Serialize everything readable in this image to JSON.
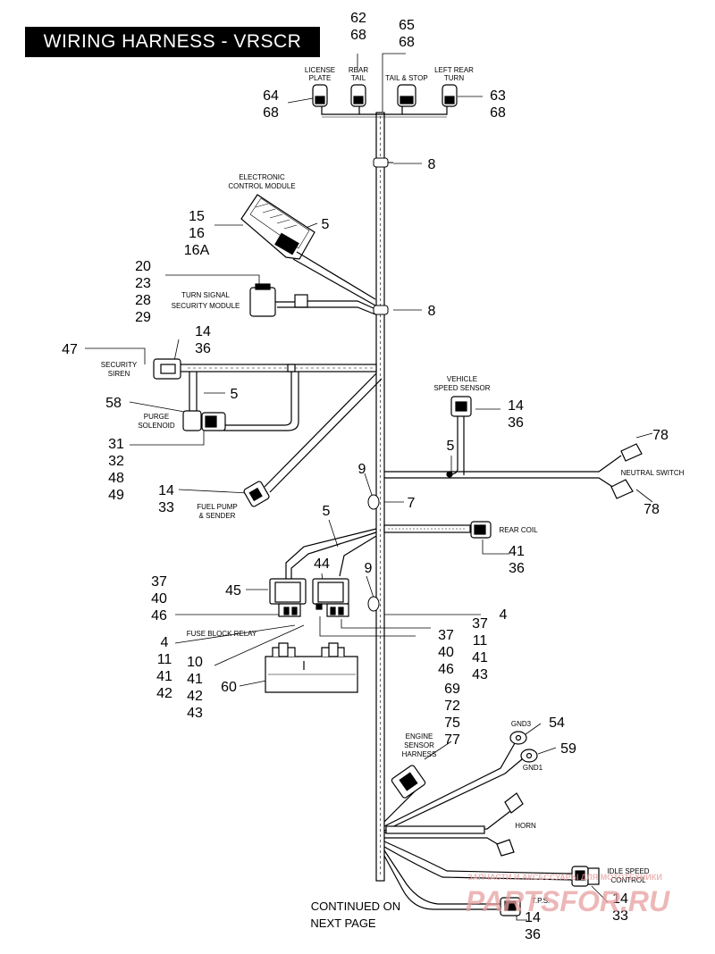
{
  "title": "WIRING HARNESS - VRSCR",
  "labels": {
    "license_plate": [
      "LICENSE",
      "PLATE"
    ],
    "rear_tail": [
      "REAR",
      "TAIL"
    ],
    "tail_stop": "TAIL & STOP",
    "left_rear_turn": [
      "LEFT REAR",
      "TURN"
    ],
    "ecm": [
      "ELECTRONIC",
      "CONTROL MODULE"
    ],
    "turn_signal": [
      "TURN SIGNAL",
      "SECURITY MODULE"
    ],
    "security_siren": [
      "SECURITY",
      "SIREN"
    ],
    "purge_solenoid": [
      "PURGE",
      "SOLENOID"
    ],
    "fuel_pump": [
      "FUEL PUMP",
      "& SENDER"
    ],
    "vss": [
      "VEHICLE",
      "SPEED SENSOR"
    ],
    "neutral_switch": "NEUTRAL SWITCH",
    "rear_coil": "REAR COIL",
    "fuse_block_relay": "FUSE BLOCK RELAY",
    "engine_sensor": [
      "ENGINE",
      "SENSOR",
      "HARNESS"
    ],
    "gnd3": "GND3",
    "gnd1": "GND1",
    "horn": "HORN",
    "idle_speed": [
      "IDLE SPEED",
      "CONTROL"
    ],
    "tps": "T.P.S.",
    "continued": [
      "CONTINUED ON",
      "NEXT PAGE"
    ]
  },
  "callouts": {
    "c62_68": [
      "62",
      "68"
    ],
    "c65_68": [
      "65",
      "68"
    ],
    "c64_68": [
      "64",
      "68"
    ],
    "c63_68": [
      "63",
      "68"
    ],
    "c8_top": "8",
    "c15_16": [
      "15",
      "16",
      "16A"
    ],
    "c5_ecm": "5",
    "c20_29": [
      "20",
      "23",
      "28",
      "29"
    ],
    "c8_mid": "8",
    "c47": "47",
    "c14_36_siren": [
      "14",
      "36"
    ],
    "c5_purge": "5",
    "c58": "58",
    "c31_49": [
      "31",
      "32",
      "48",
      "49"
    ],
    "c14_33_fuel": [
      "14",
      "33"
    ],
    "c14_36_vss": [
      "14",
      "36"
    ],
    "c5_vss": "5",
    "c78_top": "78",
    "c78_bot": "78",
    "c9_top": "9",
    "c7": "7",
    "c5_coil": "5",
    "c44": "44",
    "c41_36": [
      "41",
      "36"
    ],
    "c9_bot": "9",
    "c37_46_left": [
      "37",
      "40",
      "46"
    ],
    "c45": "45",
    "c4_right": "4",
    "c37_43_right": [
      "37",
      "11",
      "41",
      "43"
    ],
    "c37_46_mid": [
      "37",
      "40",
      "46"
    ],
    "c4_11_42": [
      "4",
      "11",
      "41",
      "42"
    ],
    "c10_43": [
      "10",
      "41",
      "42",
      "43"
    ],
    "c60": "60",
    "c69_77": [
      "69",
      "72",
      "75",
      "77"
    ],
    "c54": "54",
    "c59": "59",
    "c14_33_isc": [
      "14",
      "33"
    ],
    "c14_36_tps": [
      "14",
      "36"
    ]
  },
  "watermark": {
    "line1": "ЗАПЧАСТИ И АКСЕССУАРЫ ДЛЯ МОТОТЕХНИКИ",
    "line2": "PARTSFOR.RU",
    "color": "#e8a0a0"
  }
}
